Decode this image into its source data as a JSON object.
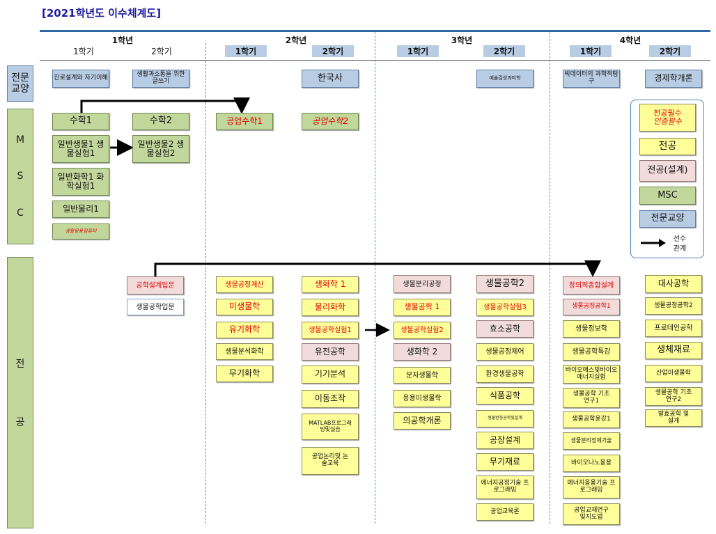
{
  "title": "[2021학년도 이수체계도]",
  "years": [
    "1학년",
    "2학년",
    "3학년",
    "4학년"
  ],
  "semesters": [
    "1학기",
    "2학기",
    "1학기",
    "2학기",
    "1학기",
    "2학기",
    "1학기",
    "2학기"
  ],
  "categories": {
    "liberal": [
      "전문",
      "교양"
    ],
    "msc": [
      "M",
      "S",
      "C"
    ],
    "major": [
      "전",
      "공"
    ]
  },
  "courses": {
    "lib_1_1": "진로설계와 자기이해",
    "lib_1_2": "생활과소통을 위한 글쓰기",
    "lib_2_2": "한국사",
    "lib_3_2": "예술감성과미학",
    "lib_4_1": "빅데이터의 과학적탐구",
    "lib_4_2": "경제학개론",
    "msc_math1": "수학1",
    "msc_math2": "수학2",
    "msc_bio1": "일반생물1 생물실험1",
    "msc_bio2": "일반생물2 생물실험2",
    "msc_chem1": "일반화학1 화학실험1",
    "msc_phys1": "일반물리1",
    "msc_comp": "생활응용컴퓨터",
    "msc_engmath1": "공업수학1",
    "msc_engmath2": "공업수학2",
    "m_1_2_a": "공학설계입문",
    "m_1_2_b": "생물공학입문",
    "m_2_1_a": "생물공정계산",
    "m_2_1_b": "미생물학",
    "m_2_1_c": "유기화학",
    "m_2_1_d": "생물분석화학",
    "m_2_1_e": "무기화학",
    "m_2_2_a": "생화학 1",
    "m_2_2_b": "물리화학",
    "m_2_2_c": "생물공학실험1",
    "m_2_2_d": "유전공학",
    "m_2_2_e": "기기분석",
    "m_2_2_f": "이동조작",
    "m_2_2_g": "MATLAB프로그래밍및실습",
    "m_2_2_h": "공업논리및 논술교육",
    "m_3_1_a": "생물분리공정",
    "m_3_1_b": "생물공학 1",
    "m_3_1_c": "생물공학실험2",
    "m_3_1_d": "생화학 2",
    "m_3_1_e": "분자생물학",
    "m_3_1_f": "응용미생물학",
    "m_3_1_g": "의공학개론",
    "m_3_2_a": "생물공학2",
    "m_3_2_b": "생물공학실험3",
    "m_3_2_c": "효소공학",
    "m_3_2_d": "생물공정제어",
    "m_3_2_e": "환경생물공학",
    "m_3_2_f": "식품공학",
    "m_3_2_g": "생물반응공학및설계",
    "m_3_2_h": "공장설계",
    "m_3_2_i": "무기재료",
    "m_3_2_j": "에너지공정기술 프로그래밍",
    "m_3_2_k": "공업교육론",
    "m_4_1_a": "창의적종합설계",
    "m_4_1_b": "생물공정공학1",
    "m_4_1_c": "생물정보학",
    "m_4_1_d": "생물공학특강",
    "m_4_1_e": "바이오매스및바이오에너지실험",
    "m_4_1_f": "생물공학 기초연구1",
    "m_4_1_g": "생물공학윤강1",
    "m_4_1_h": "생물분리정제기술",
    "m_4_1_i": "바이오나노융용",
    "m_4_1_j": "에너지응용기술 프로그래밍",
    "m_4_1_k": "공업교재연구및지도법",
    "m_4_2_a": "대사공학",
    "m_4_2_b": "생물공정공학2",
    "m_4_2_c": "프로테인공학",
    "m_4_2_d": "생체재료",
    "m_4_2_e": "산업미생물학",
    "m_4_2_f": "생물공학 기초연구2",
    "m_4_2_g": "발효공학 및설계"
  },
  "legend": {
    "required_1": "전공필수",
    "required_2": "인증필수",
    "major": "전공",
    "major_design": "전공(설계)",
    "msc": "MSC",
    "liberal": "전문교양",
    "prereq_1": "선수",
    "prereq_2": "관계"
  },
  "colors": {
    "msc": "#c2d79b",
    "liberal": "#b8cce4",
    "major": "#ffff99",
    "major_design": "#f2dcdb",
    "required_text": "#e00000",
    "header_line": "#2f69a3",
    "title": "#1b1b9c"
  }
}
